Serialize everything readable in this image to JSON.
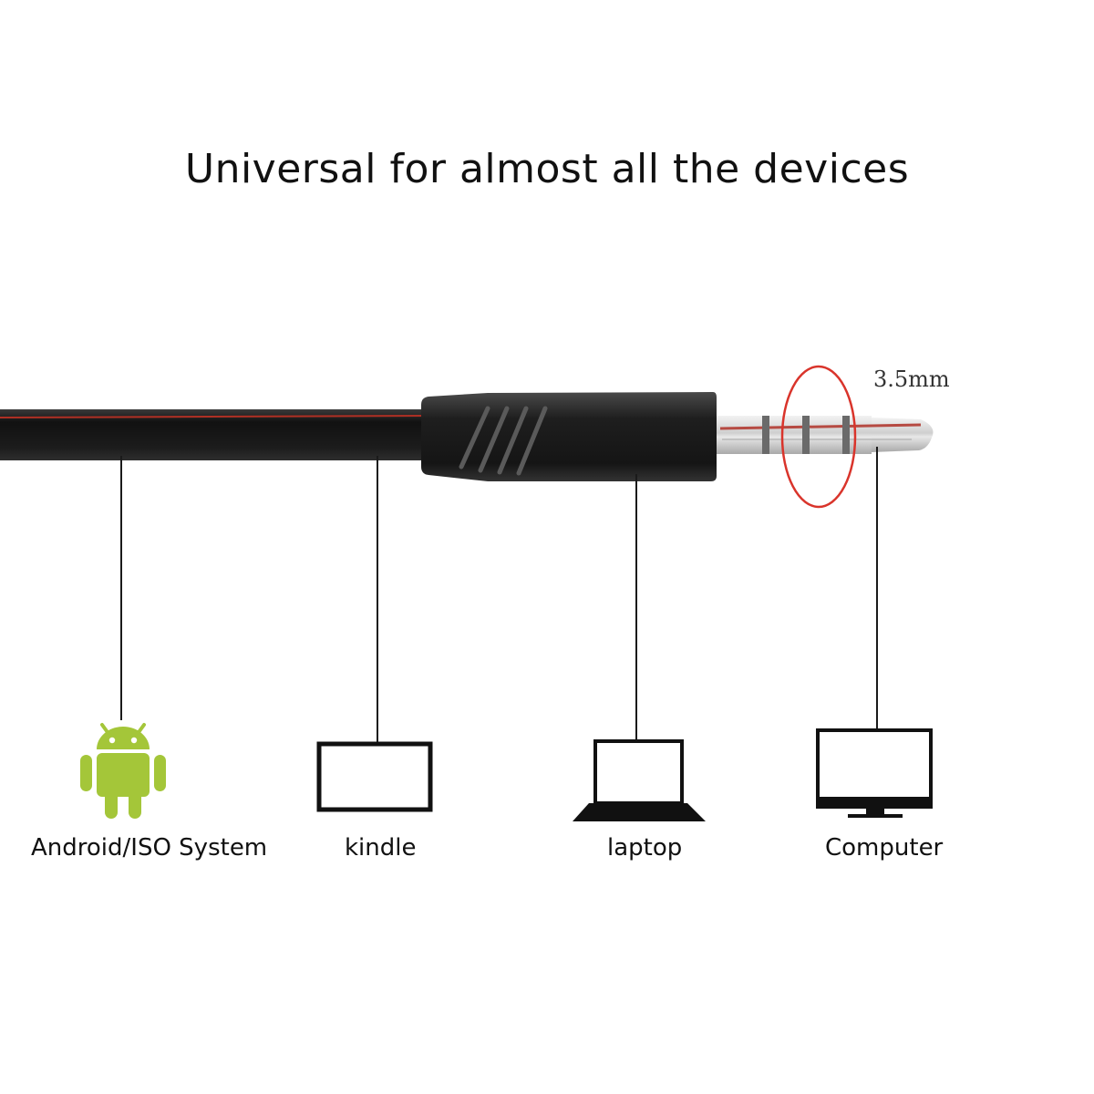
{
  "headline": "Universal for almost all the devices",
  "plug": {
    "size_label": "3.5mm"
  },
  "devices": [
    {
      "label": "Android/ISO System",
      "icon": "android-robot-icon"
    },
    {
      "label": "kindle",
      "icon": "kindle-tablet-icon"
    },
    {
      "label": "laptop",
      "icon": "laptop-icon"
    },
    {
      "label": "Computer",
      "icon": "desktop-monitor-icon"
    }
  ],
  "colors": {
    "cable": "#1a1a1a",
    "cable_stripe": "#c0392b",
    "android_green": "#a4c639",
    "highlight_ring": "#d9342b",
    "plug_metal": "#d8d8d8"
  }
}
